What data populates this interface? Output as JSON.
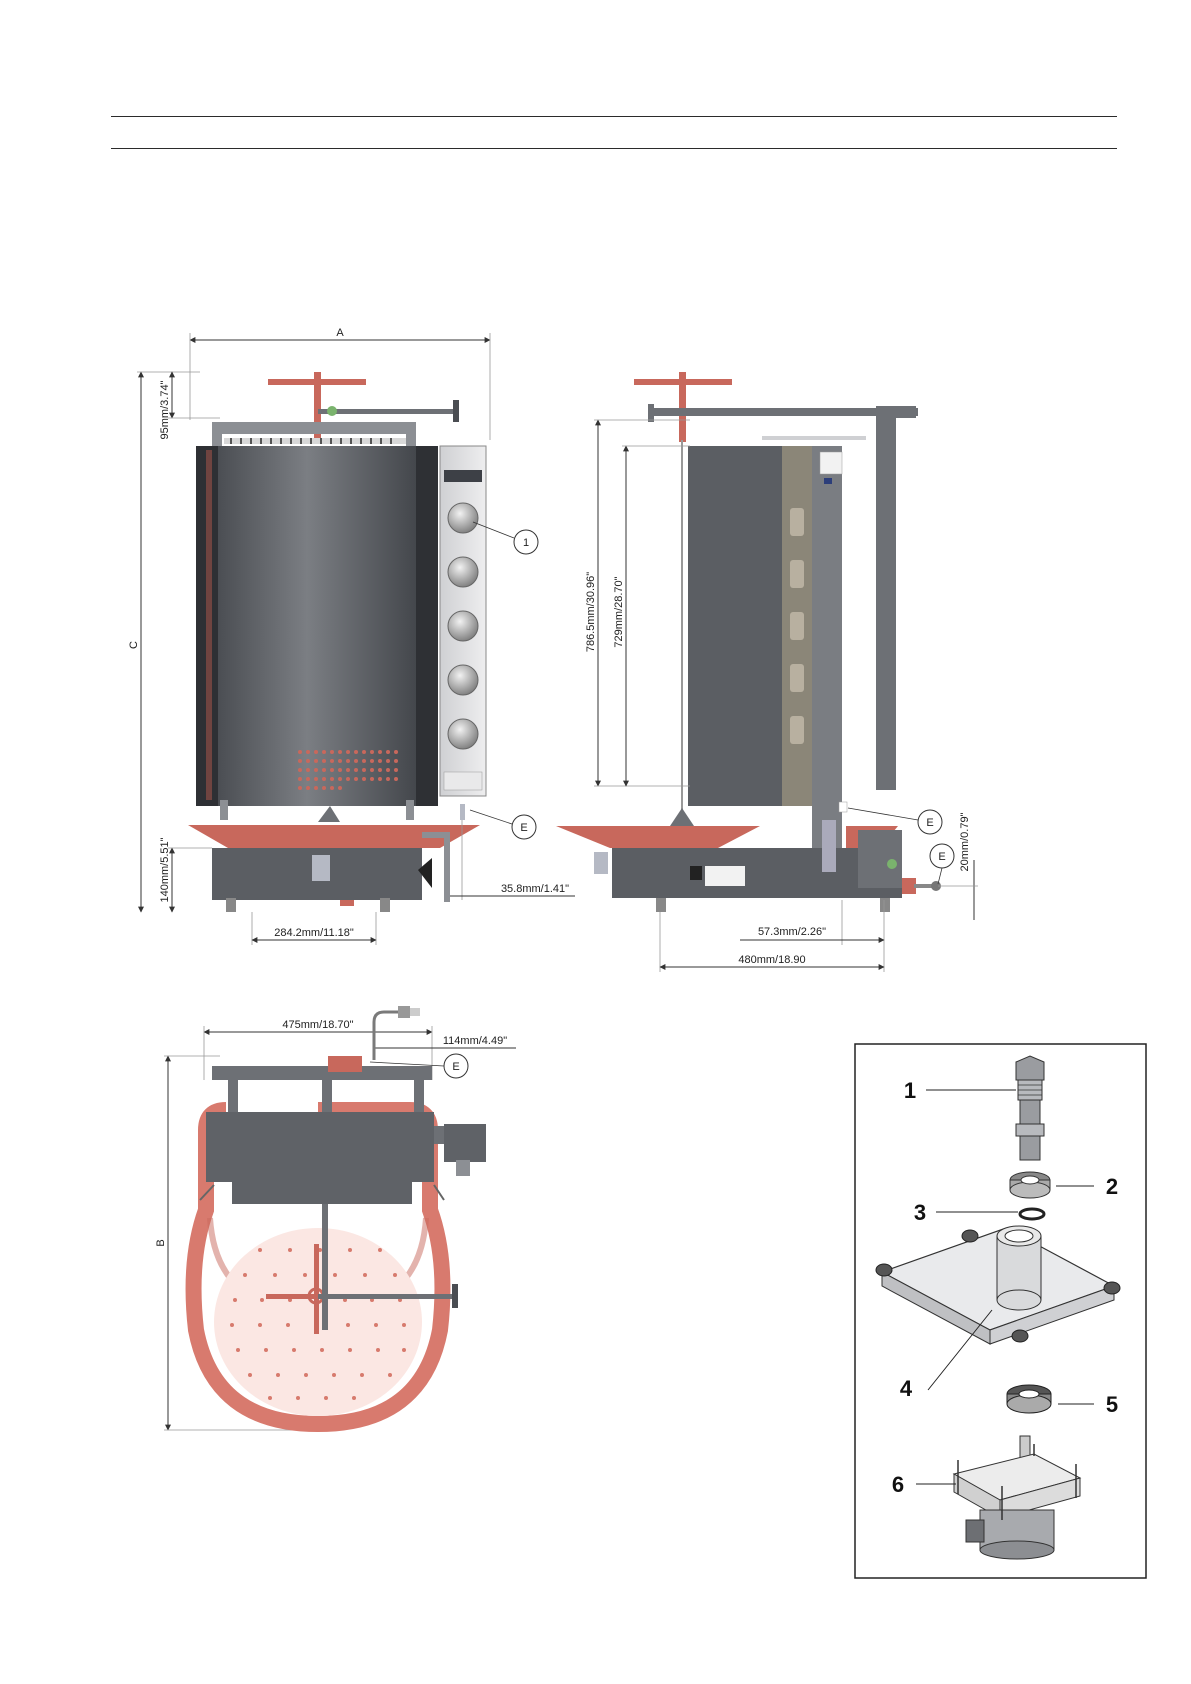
{
  "front_view": {
    "dim_A": "A",
    "dim_C": "C",
    "dim_top": "95mm/3.74\"",
    "dim_base_h": "140mm/5.51\"",
    "dim_base_w": "284.2mm/11.18\"",
    "dim_offset": "35.8mm/1.41\"",
    "callout_1": "1",
    "callout_E": "E"
  },
  "side_view": {
    "dim_h1": "786.5mm/30.96\"",
    "dim_h2": "729mm/28.70\"",
    "dim_w1": "57.3mm/2.26\"",
    "dim_w2": "480mm/18.90",
    "dim_gas": "20mm/0.79\"",
    "callout_E1": "E",
    "callout_E2": "E"
  },
  "top_view": {
    "dim_w": "475mm/18.70\"",
    "dim_offset": "114mm/4.49\"",
    "dim_B": "B",
    "callout_E": "E"
  },
  "exploded_view": {
    "labels": [
      "1",
      "2",
      "3",
      "4",
      "5",
      "6"
    ]
  },
  "colors": {
    "body": "#5e6166",
    "body_dark": "#3c3f44",
    "accent": "#c8685c",
    "panel": "#dcdde0"
  }
}
